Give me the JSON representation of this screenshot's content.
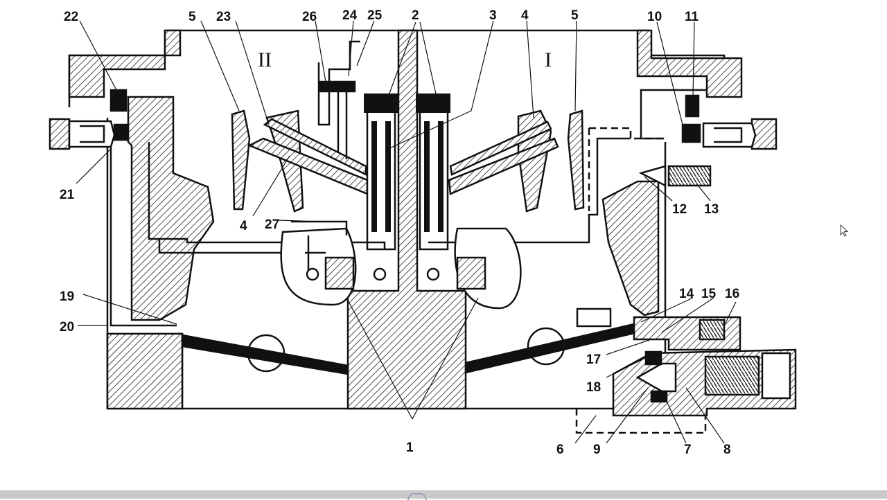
{
  "chambers": {
    "left": "II",
    "right": "I"
  },
  "callouts": [
    "1",
    "2",
    "3",
    "4",
    "5",
    "6",
    "7",
    "8",
    "9",
    "10",
    "11",
    "12",
    "13",
    "14",
    "15",
    "16",
    "17",
    "18",
    "19",
    "20",
    "21",
    "22",
    "23",
    "24",
    "25",
    "26",
    "27"
  ],
  "colors": {
    "ink": "#111111",
    "hatch": "#222222",
    "paper": "#ffffff",
    "taskbar": "#c9c9c9"
  }
}
